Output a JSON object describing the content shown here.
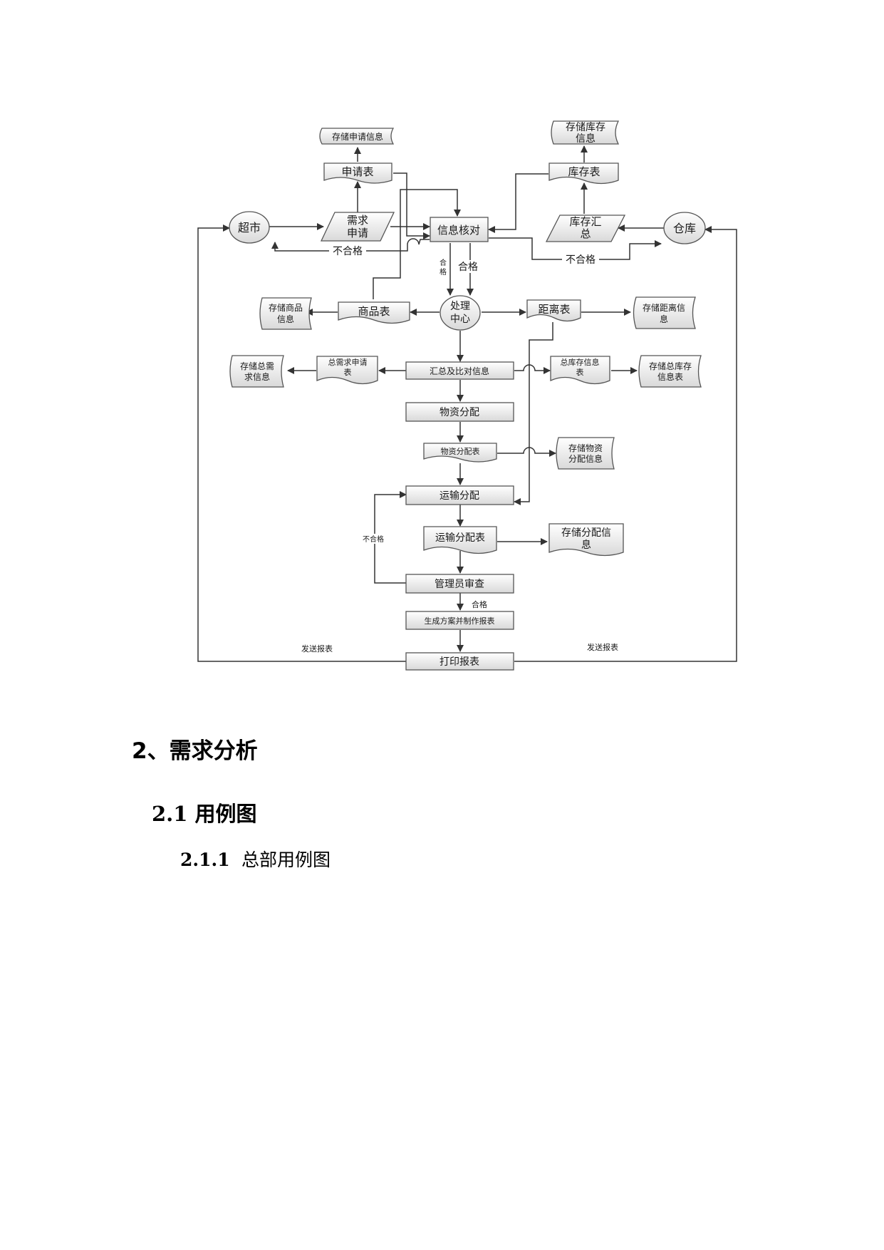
{
  "diagram": {
    "nodes": {
      "supermarket": "超市",
      "warehouse": "仓库",
      "store_apply_info": "存储申请信息",
      "apply_table": "申请表",
      "demand_apply_1": "需求",
      "demand_apply_2": "申请",
      "info_check": "信息核对",
      "store_inventory_1": "存储库存",
      "store_inventory_2": "信息",
      "inventory_table": "库存表",
      "inventory_summary_1": "库存汇",
      "inventory_summary_2": "总",
      "process_center_1": "处理",
      "process_center_2": "中心",
      "goods_table": "商品表",
      "store_goods_1": "存储商品",
      "store_goods_2": "信息",
      "distance_table": "距离表",
      "store_distance_1": "存储距离信",
      "store_distance_2": "息",
      "summary_compare": "汇总及比对信息",
      "total_demand_table_1": "总需求申请",
      "total_demand_table_2": "表",
      "store_total_demand_1": "存储总需",
      "store_total_demand_2": "求信息",
      "total_inventory_table_1": "总库存信息",
      "total_inventory_table_2": "表",
      "store_total_inventory_1": "存储总库存",
      "store_total_inventory_2": "信息表",
      "material_alloc": "物资分配",
      "material_alloc_table": "物资分配表",
      "store_material_1": "存储物资",
      "store_material_2": "分配信息",
      "transport_alloc": "运输分配",
      "transport_alloc_table": "运输分配表",
      "store_alloc_1": "存储分配信",
      "store_alloc_2": "息",
      "admin_review": "管理员审查",
      "generate_plan": "生成方案并制作报表",
      "print_report": "打印报表"
    },
    "edge_labels": {
      "fail_left": "不合格",
      "fail_right": "不合格",
      "pass_small_1": "合",
      "pass_small_2": "格",
      "pass_big": "合格",
      "fail_review": "不合格",
      "pass_review": "合格",
      "send_left": "发送报表",
      "send_right": "发送报表"
    }
  },
  "sections": {
    "h2": "2、需求分析",
    "h2_1": "2.1 用例图",
    "h2_1_1_num": "2.1.1",
    "h2_1_1_text": "总部用例图"
  }
}
